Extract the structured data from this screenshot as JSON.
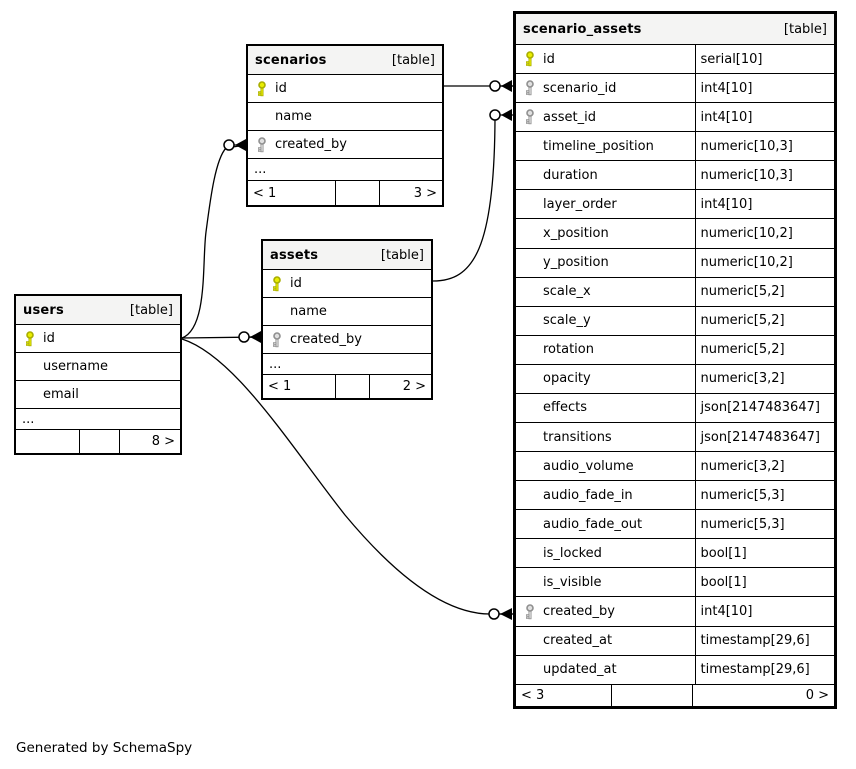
{
  "diagram": {
    "credit": "Generated by SchemaSpy",
    "colors": {
      "pk_key_fill": "#e9ed00",
      "pk_key_stroke": "#a8ad00",
      "fk_key_fill": "#e0e0e0",
      "fk_key_stroke": "#8f8f8f",
      "header_bg": "#f4f4f3",
      "border": "#000000"
    },
    "tables": [
      {
        "id": "scenario_assets",
        "name": "scenario_assets",
        "tag": "[table]",
        "columns": [
          {
            "name": "id",
            "type": "serial[10]",
            "key": "pk"
          },
          {
            "name": "scenario_id",
            "type": "int4[10]",
            "key": "fk"
          },
          {
            "name": "asset_id",
            "type": "int4[10]",
            "key": "fk"
          },
          {
            "name": "timeline_position",
            "type": "numeric[10,3]",
            "key": null
          },
          {
            "name": "duration",
            "type": "numeric[10,3]",
            "key": null
          },
          {
            "name": "layer_order",
            "type": "int4[10]",
            "key": null
          },
          {
            "name": "x_position",
            "type": "numeric[10,2]",
            "key": null
          },
          {
            "name": "y_position",
            "type": "numeric[10,2]",
            "key": null
          },
          {
            "name": "scale_x",
            "type": "numeric[5,2]",
            "key": null
          },
          {
            "name": "scale_y",
            "type": "numeric[5,2]",
            "key": null
          },
          {
            "name": "rotation",
            "type": "numeric[5,2]",
            "key": null
          },
          {
            "name": "opacity",
            "type": "numeric[3,2]",
            "key": null
          },
          {
            "name": "effects",
            "type": "json[2147483647]",
            "key": null
          },
          {
            "name": "transitions",
            "type": "json[2147483647]",
            "key": null
          },
          {
            "name": "audio_volume",
            "type": "numeric[3,2]",
            "key": null
          },
          {
            "name": "audio_fade_in",
            "type": "numeric[5,3]",
            "key": null
          },
          {
            "name": "audio_fade_out",
            "type": "numeric[5,3]",
            "key": null
          },
          {
            "name": "is_locked",
            "type": "bool[1]",
            "key": null
          },
          {
            "name": "is_visible",
            "type": "bool[1]",
            "key": null
          },
          {
            "name": "created_by",
            "type": "int4[10]",
            "key": "fk"
          },
          {
            "name": "created_at",
            "type": "timestamp[29,6]",
            "key": null
          },
          {
            "name": "updated_at",
            "type": "timestamp[29,6]",
            "key": null
          }
        ],
        "ellipsis": null,
        "pager": {
          "left": "< 3",
          "middle": "",
          "right": "0 >"
        }
      },
      {
        "id": "scenarios",
        "name": "scenarios",
        "tag": "[table]",
        "columns": [
          {
            "name": "id",
            "type": null,
            "key": "pk"
          },
          {
            "name": "name",
            "type": null,
            "key": null
          },
          {
            "name": "created_by",
            "type": null,
            "key": "fk"
          }
        ],
        "ellipsis": "...",
        "pager": {
          "left": "< 1",
          "middle": "",
          "right": "3 >"
        }
      },
      {
        "id": "assets",
        "name": "assets",
        "tag": "[table]",
        "columns": [
          {
            "name": "id",
            "type": null,
            "key": "pk"
          },
          {
            "name": "name",
            "type": null,
            "key": null
          },
          {
            "name": "created_by",
            "type": null,
            "key": "fk"
          }
        ],
        "ellipsis": "...",
        "pager": {
          "left": "< 1",
          "middle": "",
          "right": "2 >"
        }
      },
      {
        "id": "users",
        "name": "users",
        "tag": "[table]",
        "columns": [
          {
            "name": "id",
            "type": null,
            "key": "pk"
          },
          {
            "name": "username",
            "type": null,
            "key": null
          },
          {
            "name": "email",
            "type": null,
            "key": null
          }
        ],
        "ellipsis": "...",
        "pager": {
          "left": "",
          "middle": "",
          "right": "8 >"
        }
      }
    ],
    "relationships": [
      {
        "from": "scenarios.id",
        "to": "scenario_assets.scenario_id"
      },
      {
        "from": "assets.id",
        "to": "scenario_assets.asset_id"
      },
      {
        "from": "users.id",
        "to": "scenarios.created_by"
      },
      {
        "from": "users.id",
        "to": "assets.created_by"
      },
      {
        "from": "users.id",
        "to": "scenario_assets.created_by"
      }
    ]
  }
}
